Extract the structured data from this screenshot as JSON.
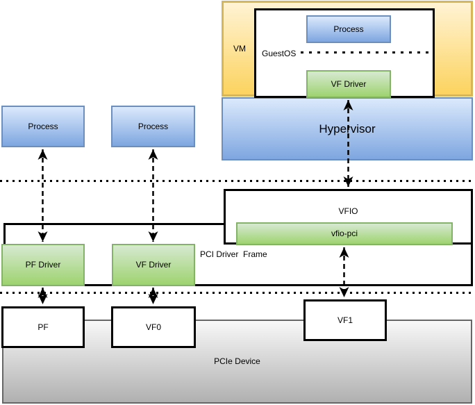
{
  "diagram": {
    "vm": {
      "label": "VM"
    },
    "guest_os": {
      "label": "GuestOS",
      "process_label": "Process",
      "vf_driver_label": "VF Driver"
    },
    "hypervisor": {
      "label": "Hypervisor"
    },
    "host_processes": [
      {
        "label": "Process"
      },
      {
        "label": "Process"
      }
    ],
    "vfio": {
      "label": "VFIO",
      "vfio_pci_label": "vfio-pci"
    },
    "pci_driver_frame": {
      "label": "PCI Driver  Frame",
      "pf_driver_label": "PF Driver",
      "vf_driver_label": "VF Driver"
    },
    "pcie_device": {
      "label": "PCIe Device",
      "functions": [
        {
          "label": "PF"
        },
        {
          "label": "VF0"
        },
        {
          "label": "VF1"
        }
      ]
    },
    "colors": {
      "blue_fill_top": "#dbe9fc",
      "blue_fill_bottom": "#7ea6e0",
      "blue_border": "#6c8ebf",
      "green_fill_top": "#d7e9d1",
      "green_fill_bottom": "#9ed36f",
      "green_border": "#82b366",
      "yellow_fill_top": "#fff3d4",
      "yellow_fill_bottom": "#fcd35f",
      "yellow_border": "#d6b656",
      "gray_fill_top": "#f8f8f8",
      "gray_fill_bottom": "#b0b0b0",
      "gray_border": "#666666",
      "line_color": "#000000"
    }
  }
}
